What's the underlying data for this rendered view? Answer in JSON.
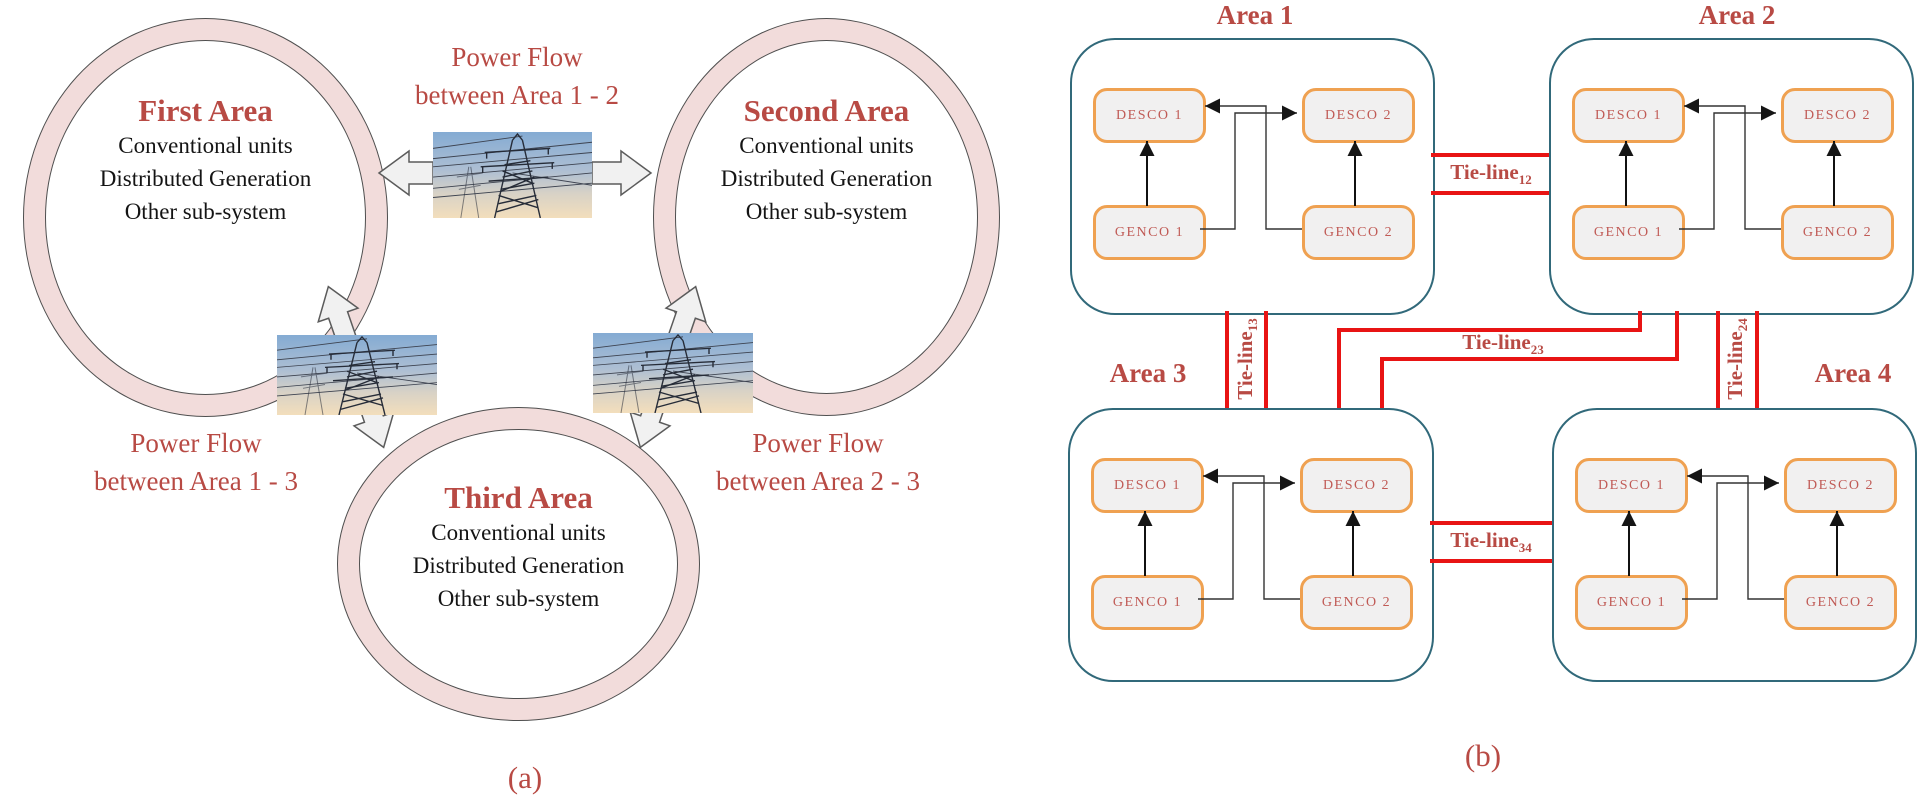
{
  "panel_a": {
    "caption": "(a)",
    "areas": [
      {
        "title": "First Area",
        "lines": [
          "Conventional units",
          "Distributed Generation",
          "Other sub-system"
        ]
      },
      {
        "title": "Second Area",
        "lines": [
          "Conventional units",
          "Distributed Generation",
          "Other sub-system"
        ]
      },
      {
        "title": "Third Area",
        "lines": [
          "Conventional units",
          "Distributed Generation",
          "Other sub-system"
        ]
      }
    ],
    "flows": [
      {
        "line1": "Power Flow",
        "line2": "between Area 1 - 2"
      },
      {
        "line1": "Power Flow",
        "line2": "between Area 1 - 3"
      },
      {
        "line1": "Power Flow",
        "line2": "between Area 2 - 3"
      }
    ]
  },
  "panel_b": {
    "caption": "(b)",
    "areas": [
      {
        "title": "Area 1",
        "units": [
          "DESCO 1",
          "DESCO 2",
          "GENCO 1",
          "GENCO 2"
        ]
      },
      {
        "title": "Area 2",
        "units": [
          "DESCO 1",
          "DESCO 2",
          "GENCO 1",
          "GENCO 2"
        ]
      },
      {
        "title": "Area 3",
        "units": [
          "DESCO 1",
          "DESCO 2",
          "GENCO 1",
          "GENCO 2"
        ]
      },
      {
        "title": "Area 4",
        "units": [
          "DESCO 1",
          "DESCO 2",
          "GENCO 1",
          "GENCO 2"
        ]
      }
    ],
    "tie_lines": [
      {
        "base": "Tie-line",
        "sub": "12"
      },
      {
        "base": "Tie-line",
        "sub": "13"
      },
      {
        "base": "Tie-line",
        "sub": "23"
      },
      {
        "base": "Tie-line",
        "sub": "24"
      },
      {
        "base": "Tie-line",
        "sub": "34"
      }
    ],
    "colors": {
      "heading_red": "#b84a44",
      "tie_line_red": "#e81414",
      "area_border_teal": "#31697a",
      "unit_border_orange": "#efa151",
      "ring_pink": "#f2dcdb"
    }
  }
}
